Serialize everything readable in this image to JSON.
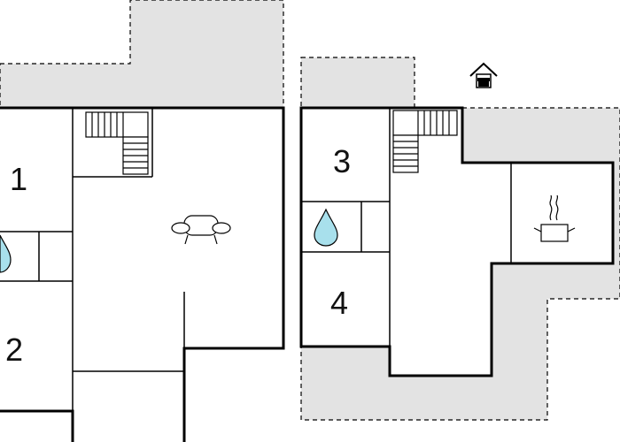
{
  "rooms": [
    {
      "number": "1",
      "type": "bedroom"
    },
    {
      "number": "2",
      "type": "bedroom"
    },
    {
      "number": "3",
      "type": "bedroom"
    },
    {
      "number": "4",
      "type": "bedroom"
    }
  ],
  "icons": [
    "water-drop-icon",
    "sofa-icon",
    "cooking-pot-icon",
    "house-icon",
    "staircase-icon"
  ],
  "colors": {
    "outdoor_area": "#e3e3e3",
    "water": "#a8e0ec",
    "walls": "#000000"
  }
}
